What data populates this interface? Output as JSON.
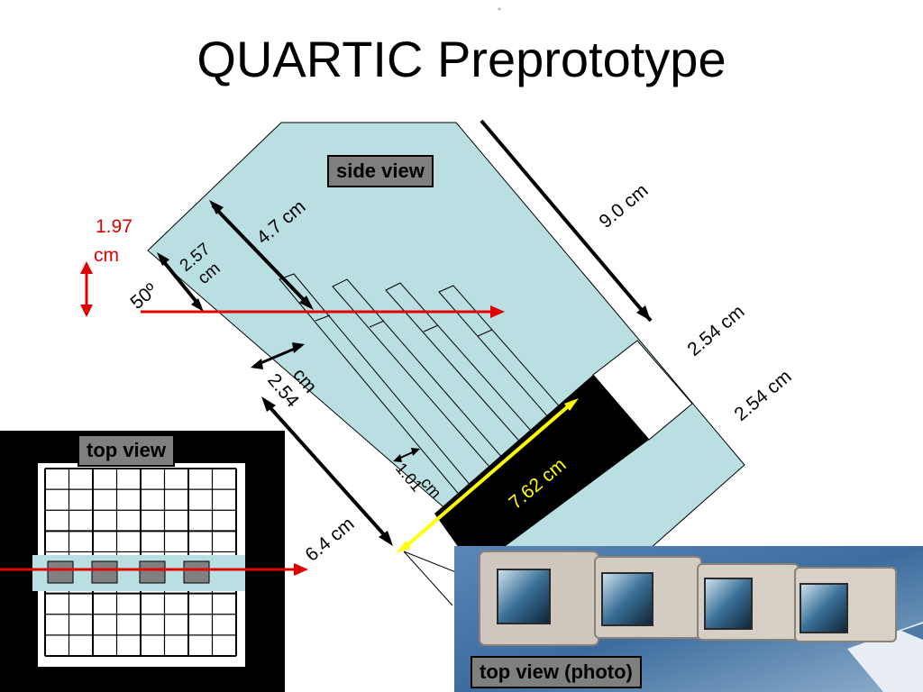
{
  "title": "QUARTIC Preprototype",
  "tags": {
    "side_view": "side view",
    "top_view": "top view",
    "top_view_photo": "top view (photo)"
  },
  "dimensions": {
    "length_9_0": "9.0 cm",
    "width_2_54_a": "2.54 cm",
    "width_2_54_b": "2.54 cm",
    "length_4_7": "4.7 cm",
    "length_2_57": "2.57",
    "length_2_57_unit": "cm",
    "offset_1_97": "1.97",
    "offset_1_97_unit": "cm",
    "angle_50": "50º",
    "spacing_2_54": "2.54",
    "spacing_2_54_unit": "cm",
    "gap_1_01": "1.01",
    "gap_1_01_unit": "cm",
    "length_6_4": "6.4 cm",
    "length_7_62": "7.62 cm"
  },
  "colors": {
    "detector_fill": "#b9dfe3",
    "beam": "#e00000",
    "highlight": "#ffff00",
    "tag_fill": "#7f7f7f"
  }
}
